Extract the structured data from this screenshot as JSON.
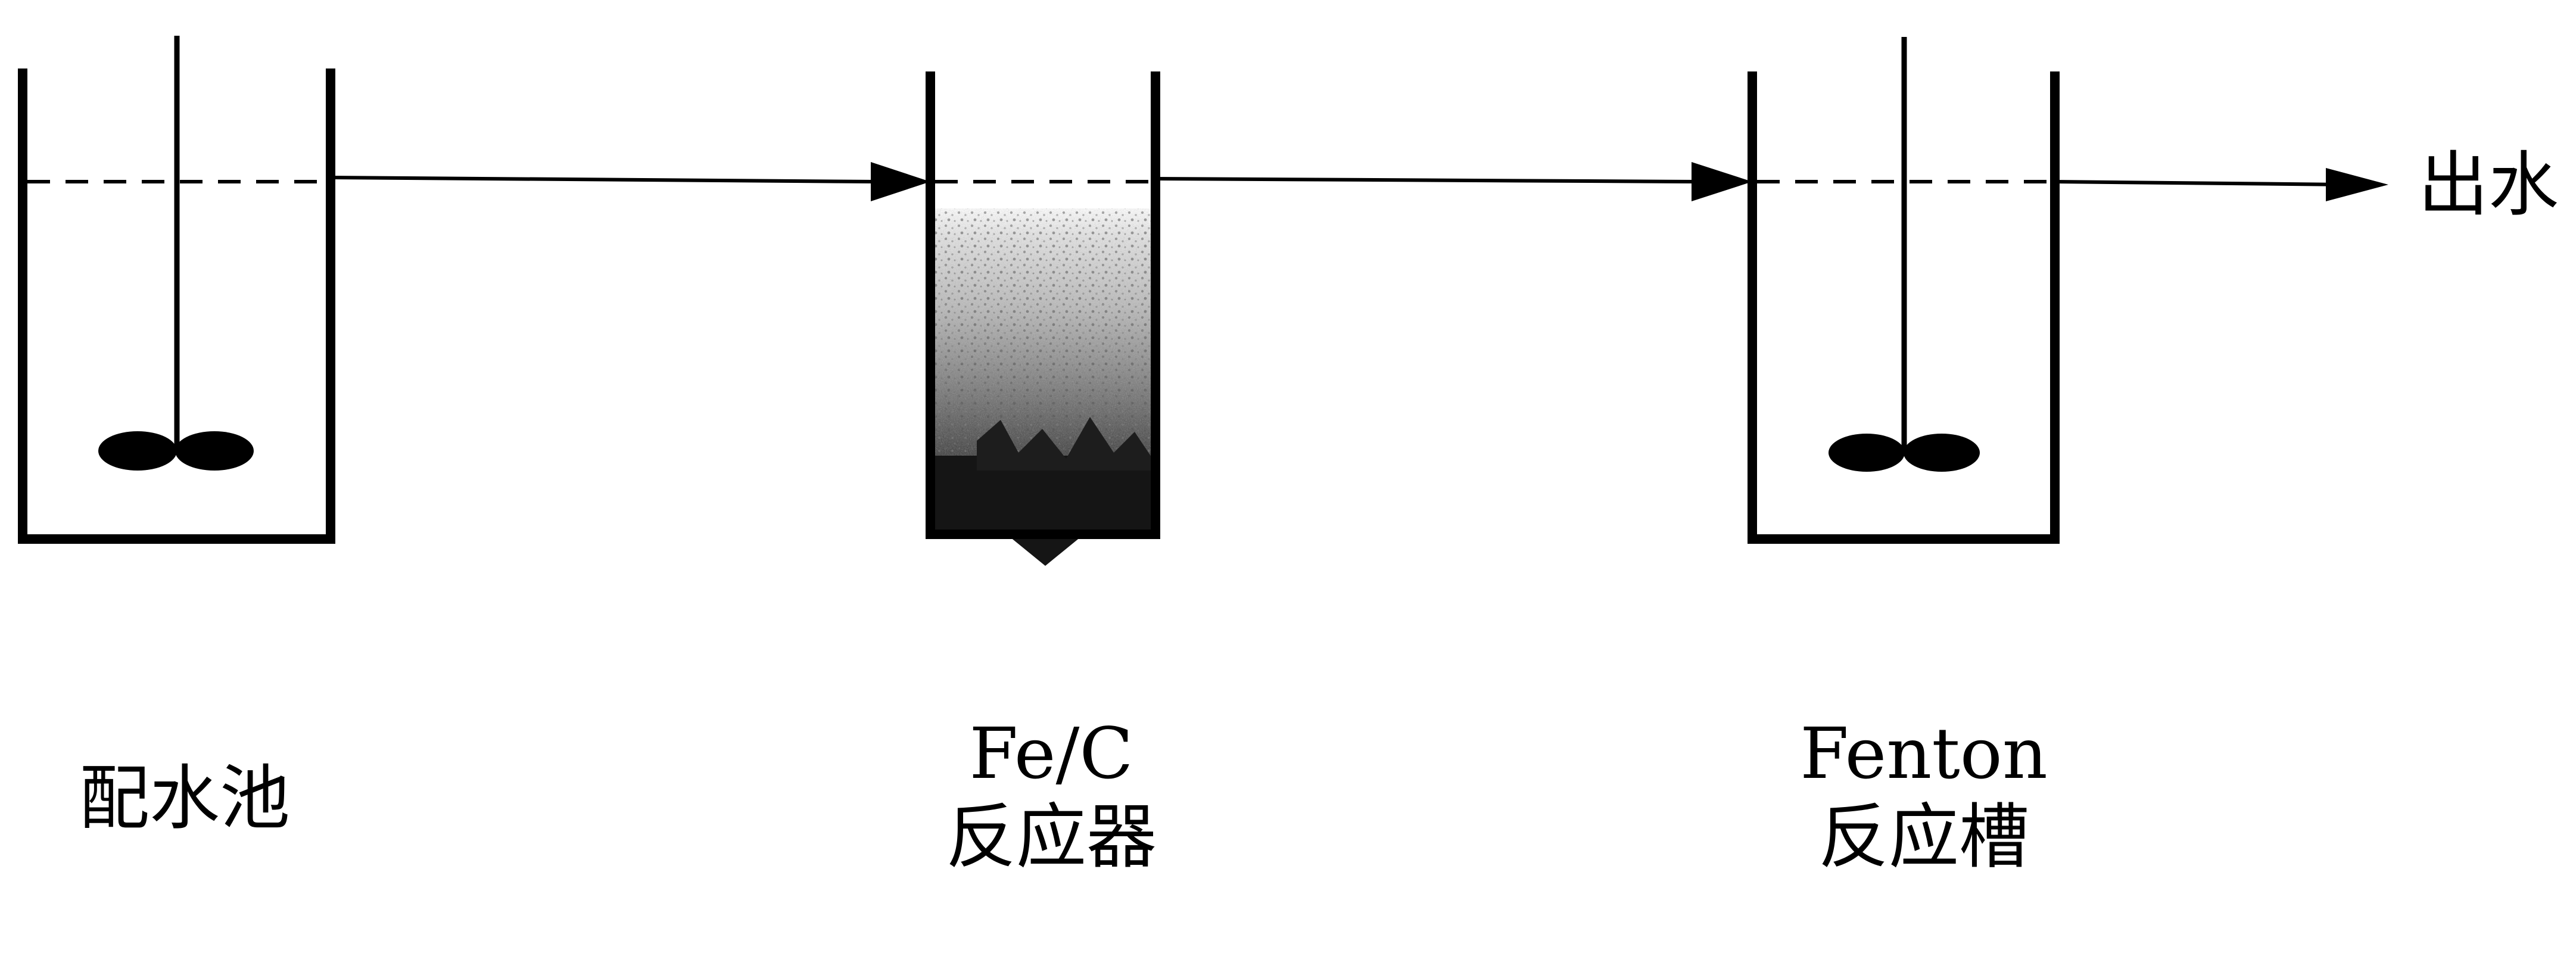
{
  "tanks": [
    {
      "name_line1": "配水池",
      "name_line2": "",
      "has_stirrer": true
    },
    {
      "name_line1": "Fe/C",
      "name_line2": "反应器",
      "has_stirrer": false
    },
    {
      "name_line1": "Fenton",
      "name_line2": "反应槽",
      "has_stirrer": true
    }
  ],
  "outflow_label": "出水",
  "colors": {
    "stroke": "#000000",
    "background": "#ffffff",
    "packing_dark": "#1a1a1a",
    "packing_light": "#d4d4d4"
  }
}
